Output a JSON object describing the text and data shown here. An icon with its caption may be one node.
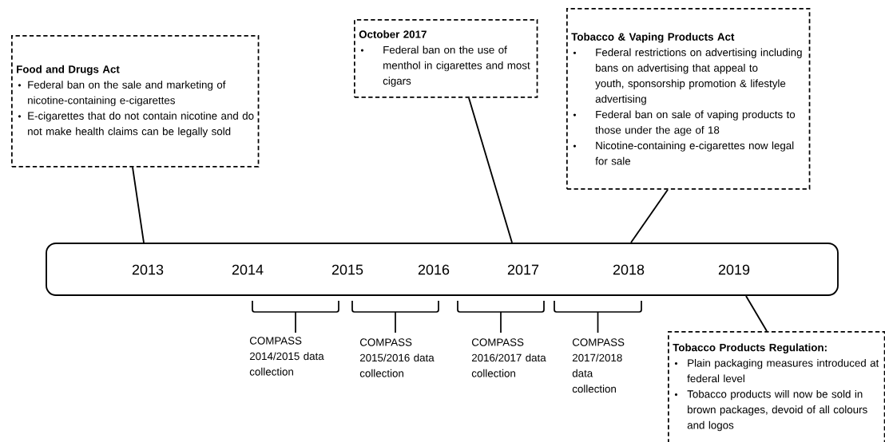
{
  "diagram": {
    "nodes": [
      {
        "text": [
          "2013",
          "2014",
          "2015",
          "2016",
          "2017",
          "2018",
          "2019"
        ]
      },
      {
        "text": [
          "Food and Drugs Act",
          "Federal ban on the sale and marketing of nicotine-containing e-cigarettes",
          "E-cigarettes that do not contain nicotine and do not make health claims can be legally sold"
        ]
      },
      {
        "text": [
          "October 2017",
          "Federal ban on the use of menthol in cigarettes and most cigars"
        ]
      },
      {
        "text": [
          "Tobacco & Vaping Products Act",
          "Federal restrictions on advertising including bans on advertising that appeal to youth, sponsorship promotion & lifestyle advertising",
          "Federal ban on sale of vaping products to those under the age of 18",
          "Nicotine-containing e-cigarettes now legal for sale"
        ]
      },
      {
        "text": [
          "Tobacco Products Regulation:",
          "Plain packaging measures introduced at federal level",
          "Tobacco products will now be sold in brown packages, devoid of all colours and logos"
        ]
      }
    ],
    "edges": [
      {
        "from": 1,
        "to": 0,
        "arrow": "none"
      },
      {
        "from": 2,
        "to": 0,
        "arrow": "none"
      },
      {
        "from": 3,
        "to": 0,
        "arrow": "none"
      },
      {
        "from": 4,
        "to": 0,
        "arrow": "none"
      }
    ],
    "labels": [
      "COMPASS 2014/2015 data collection",
      "COMPASS 2015/2016 data collection",
      "COMPASS 2016/2017 data collection",
      "COMPASS 2017/2018 data collection"
    ]
  }
}
